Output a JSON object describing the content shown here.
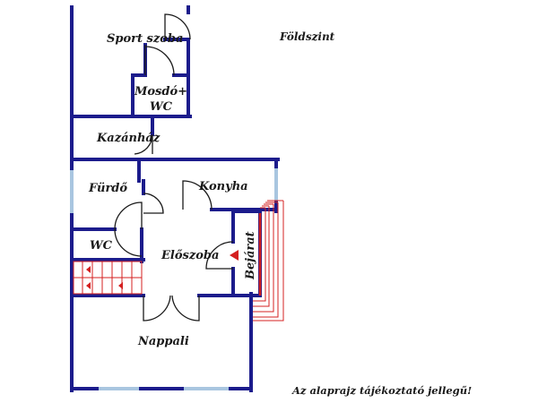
{
  "plan": {
    "floor_title": "Földszint",
    "note": "Az alaprajz tájékoztató jellegű!",
    "rooms": {
      "sport_room": "Sport szoba",
      "washroom_line1": "Mosdó+",
      "washroom_line2": "WC",
      "boiler_room": "Kazánház",
      "bathroom": "Fürdő",
      "kitchen": "Konyha",
      "wc": "WC",
      "hall": "Előszoba",
      "entrance": "Bejárat",
      "living_room": "Nappali"
    },
    "colors": {
      "wall": "#1c1c8c",
      "window": "#a9c6e0",
      "stairs": "#d42020",
      "text": "#1a1a1a"
    }
  }
}
